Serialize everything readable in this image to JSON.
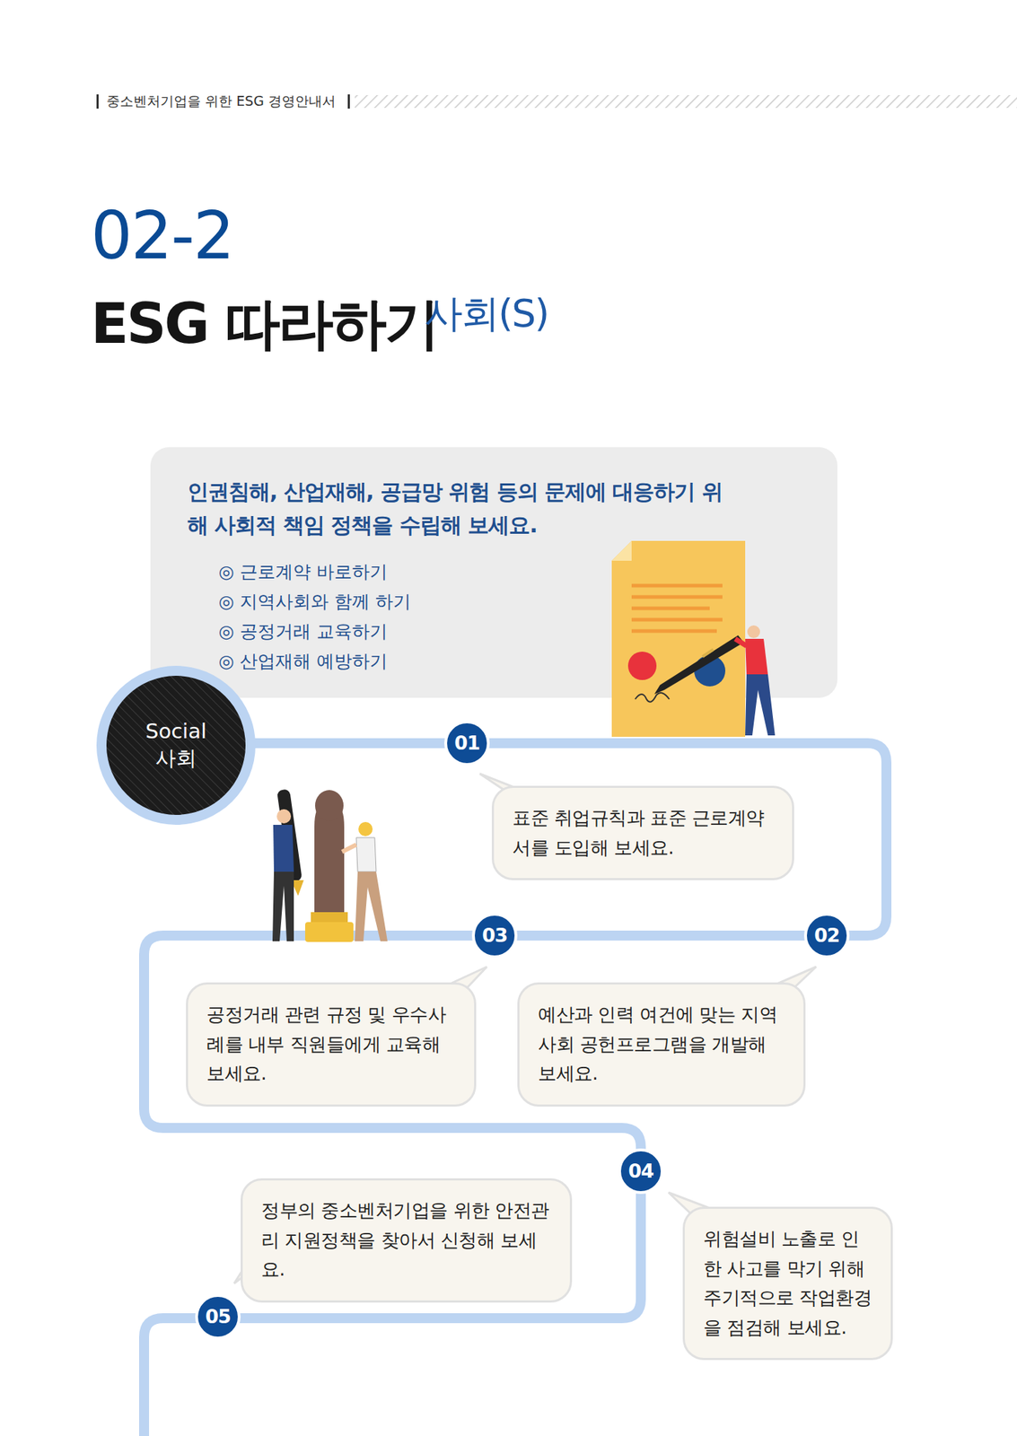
{
  "diagram": {
    "title": "ESG 따라하기",
    "nodes": [
      {
        "text": [
          "인권침해, 산업재해, 공급망 위험 등의 문제에 대응하기 위해 사회적 책임 정책을 수립해 보세요.",
          "◎ 근로계약 바로하기",
          "◎ 지역사회와 함께 하기",
          "◎ 공정거래 교육하기",
          "◎ 산업재해 예방하기"
        ]
      },
      {
        "text": [
          "Social",
          "사회"
        ]
      },
      {
        "text": [
          "표준 취업규칙과 표준 근로계약서를 도입해 보세요."
        ]
      },
      {
        "text": [
          "예산과 인력 여건에 맞는 지역사회 공헌프로그램을 개발해 보세요."
        ]
      },
      {
        "text": [
          "공정거래 관련 규정 및 우수사례를 내부 직원들에게 교육해 보세요."
        ]
      },
      {
        "text": [
          "위험설비 노출로 인한 사고를 막기 위해 주기적으로 작업환경을 점검해 보세요."
        ]
      },
      {
        "text": [
          "정부의 중소벤처기업을 위한 안전관리 지원정책을 찾아서 신청해 보세요."
        ]
      }
    ],
    "labels": [
      "중소벤처기업을 위한 ESG 경영안내서",
      "02-2",
      "사회(S)",
      "01",
      "02",
      "03",
      "04",
      "05"
    ]
  }
}
